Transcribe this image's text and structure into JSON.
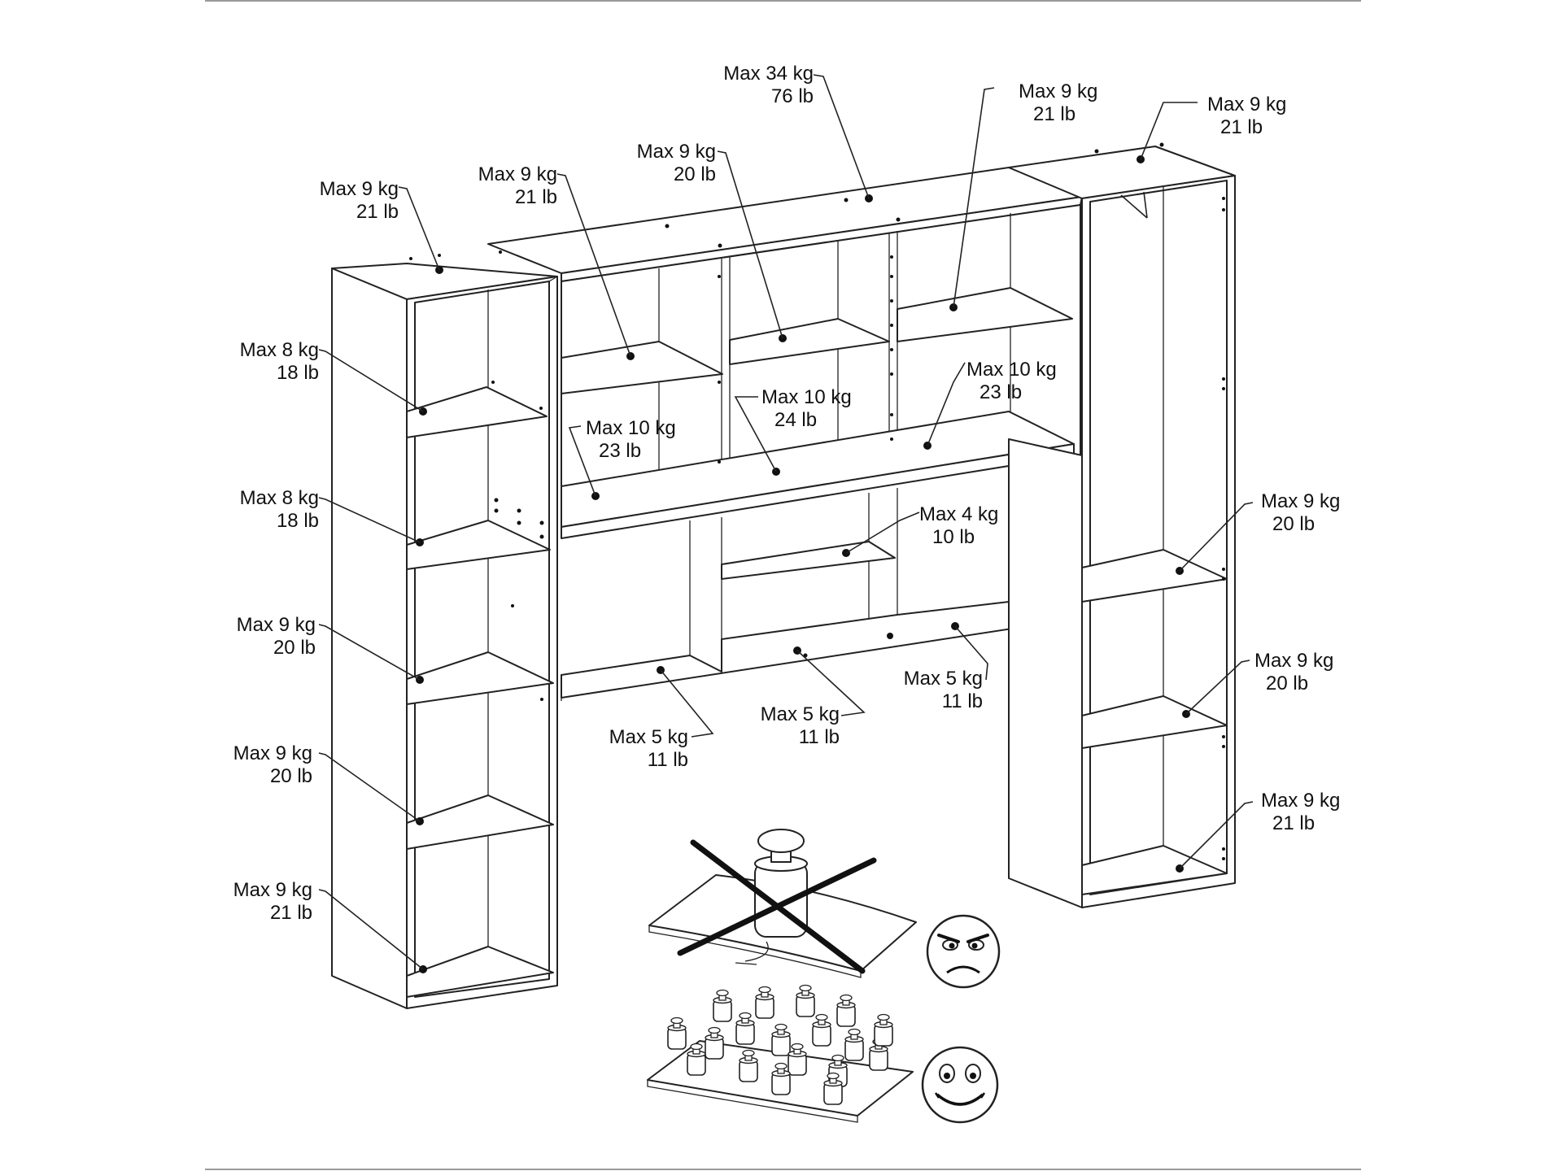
{
  "labels": {
    "top_left_panel": {
      "kg": "Max 9 kg",
      "lb": "21 lb"
    },
    "upper_left_shelf": {
      "kg": "Max 9 kg",
      "lb": "21 lb"
    },
    "upper_mid_shelf": {
      "kg": "Max 9 kg",
      "lb": "20 lb"
    },
    "top_main_panel": {
      "kg": "Max 34 kg",
      "lb": "76 lb"
    },
    "upper_right_shelf": {
      "kg": "Max 9 kg",
      "lb": "21 lb"
    },
    "top_right_panel": {
      "kg": "Max 9 kg",
      "lb": "21 lb"
    },
    "left_shelf_1": {
      "kg": "Max 8 kg",
      "lb": "18 lb"
    },
    "left_shelf_2": {
      "kg": "Max 8 kg",
      "lb": "18 lb"
    },
    "left_shelf_3": {
      "kg": "Max 9 kg",
      "lb": "20 lb"
    },
    "left_shelf_4": {
      "kg": "Max 9 kg",
      "lb": "20 lb"
    },
    "left_shelf_5": {
      "kg": "Max 9 kg",
      "lb": "21 lb"
    },
    "bridge_left_middle": {
      "kg": "Max 10 kg",
      "lb": "23 lb"
    },
    "bridge_center_middle": {
      "kg": "Max 10 kg",
      "lb": "24 lb"
    },
    "bridge_right_middle": {
      "kg": "Max 10 kg",
      "lb": "23 lb"
    },
    "small_center_shelf": {
      "kg": "Max 4 kg",
      "lb": "10 lb"
    },
    "right_shelf_1": {
      "kg": "Max 9 kg",
      "lb": "20 lb"
    },
    "right_shelf_2": {
      "kg": "Max 9 kg",
      "lb": "20 lb"
    },
    "right_shelf_3": {
      "kg": "Max 9 kg",
      "lb": "21 lb"
    },
    "bottom_left_ledge": {
      "kg": "Max 5 kg",
      "lb": "11 lb"
    },
    "bottom_center_ledge": {
      "kg": "Max 5 kg",
      "lb": "11 lb"
    },
    "bottom_right_ledge": {
      "kg": "Max 5 kg",
      "lb": "11 lb"
    }
  },
  "icons": {
    "wrong": "sad-face-icon",
    "right": "smiling-face-icon",
    "concentrated_weight": "heavy-weight-icon",
    "distributed_weights": "small-weights-icon",
    "crossed_out": "cross-icon"
  }
}
